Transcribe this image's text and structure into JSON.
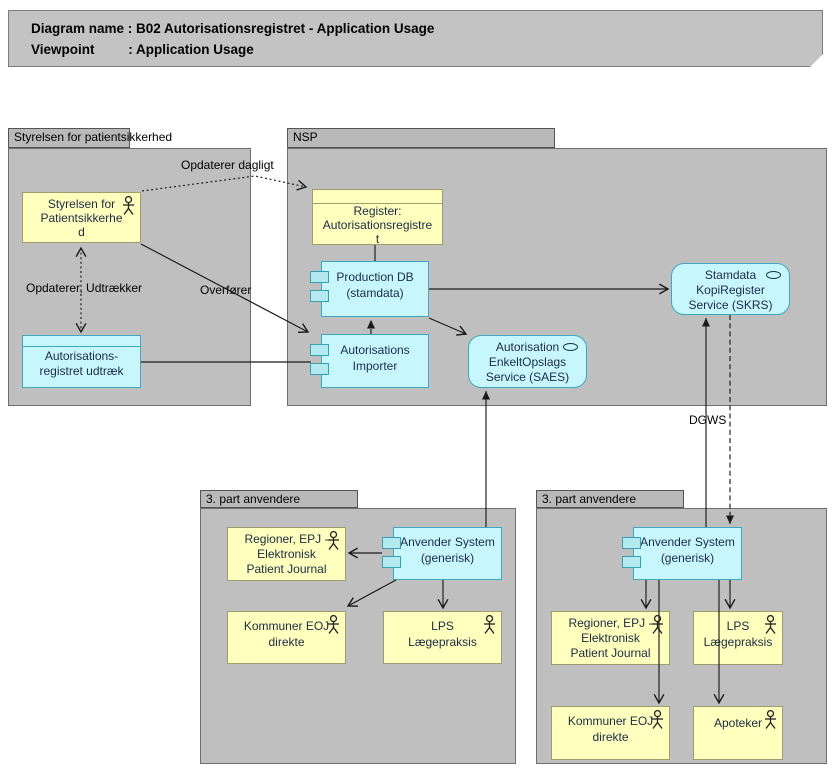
{
  "title": {
    "line1": "Diagram name : B02 Autorisationsregistret - Application Usage",
    "line2": "Viewpoint         : Application Usage"
  },
  "groups": {
    "styrelsen": {
      "label": "Styrelsen for patientsikkerhed"
    },
    "nsp": {
      "label": "NSP"
    },
    "third_party_left": {
      "label": "3. part anvendere"
    },
    "third_party_right": {
      "label": "3. part anvendere"
    }
  },
  "nodes": {
    "styrelsen_actor": {
      "label": "Styrelsen for\nPatientsikkerhe\nd",
      "type": "business-actor"
    },
    "autorisationsregistret_udtraek": {
      "label": "Autorisations-\nregistret udtræk",
      "type": "data-object"
    },
    "register_autorisationsregistret": {
      "label": "Register:\nAutorisationsregistre\nt",
      "type": "data-object"
    },
    "production_db": {
      "label": "Production DB\n(stamdata)",
      "type": "application-component"
    },
    "autorisations_importer": {
      "label": "Autorisations\nImporter",
      "type": "application-component"
    },
    "saes": {
      "label": "Autorisation\nEnkeltOpslags\nService (SAES)",
      "type": "application-service"
    },
    "skrs": {
      "label": "Stamdata\nKopiRegister\nService (SKRS)",
      "type": "application-service"
    },
    "anvender_system_left": {
      "label": "Anvender System\n(generisk)",
      "type": "application-component"
    },
    "regioner_left": {
      "label": "Regioner, EPJ -\nElektronisk\nPatient Journal",
      "type": "business-actor"
    },
    "kommuner_left": {
      "label": "Kommuner EOJ\ndirekte",
      "type": "business-actor"
    },
    "lps_left": {
      "label": "LPS\nLægepraksis",
      "type": "business-actor"
    },
    "anvender_system_right": {
      "label": "Anvender System\n(generisk)",
      "type": "application-component"
    },
    "regioner_right": {
      "label": "Regioner, EPJ -\nElektronisk\nPatient Journal",
      "type": "business-actor"
    },
    "lps_right": {
      "label": "LPS\nLægepraksis",
      "type": "business-actor"
    },
    "kommuner_right": {
      "label": "Kommuner EOJ\ndirekte",
      "type": "business-actor"
    },
    "apoteker_right": {
      "label": "Apoteker",
      "type": "business-actor"
    }
  },
  "edge_labels": {
    "opdaterer_dagligt": "Opdaterer dagligt",
    "opdaterer_udtraekker": "Opdaterer, Udtrækker",
    "overfoerer": "Overfører",
    "dgws": "DGWS"
  },
  "colors": {
    "group_fill": "#bfbfbf",
    "group_tab_fill": "#b9b9b9",
    "title_fill": "#c3c3c3",
    "actor_fill": "#ffffbe",
    "actor_border": "#9d9d6f",
    "app_fill": "#c7f7fd",
    "app_border": "#3fa8be",
    "line": "#1a1a1a",
    "node_text": "#1a2b45"
  }
}
